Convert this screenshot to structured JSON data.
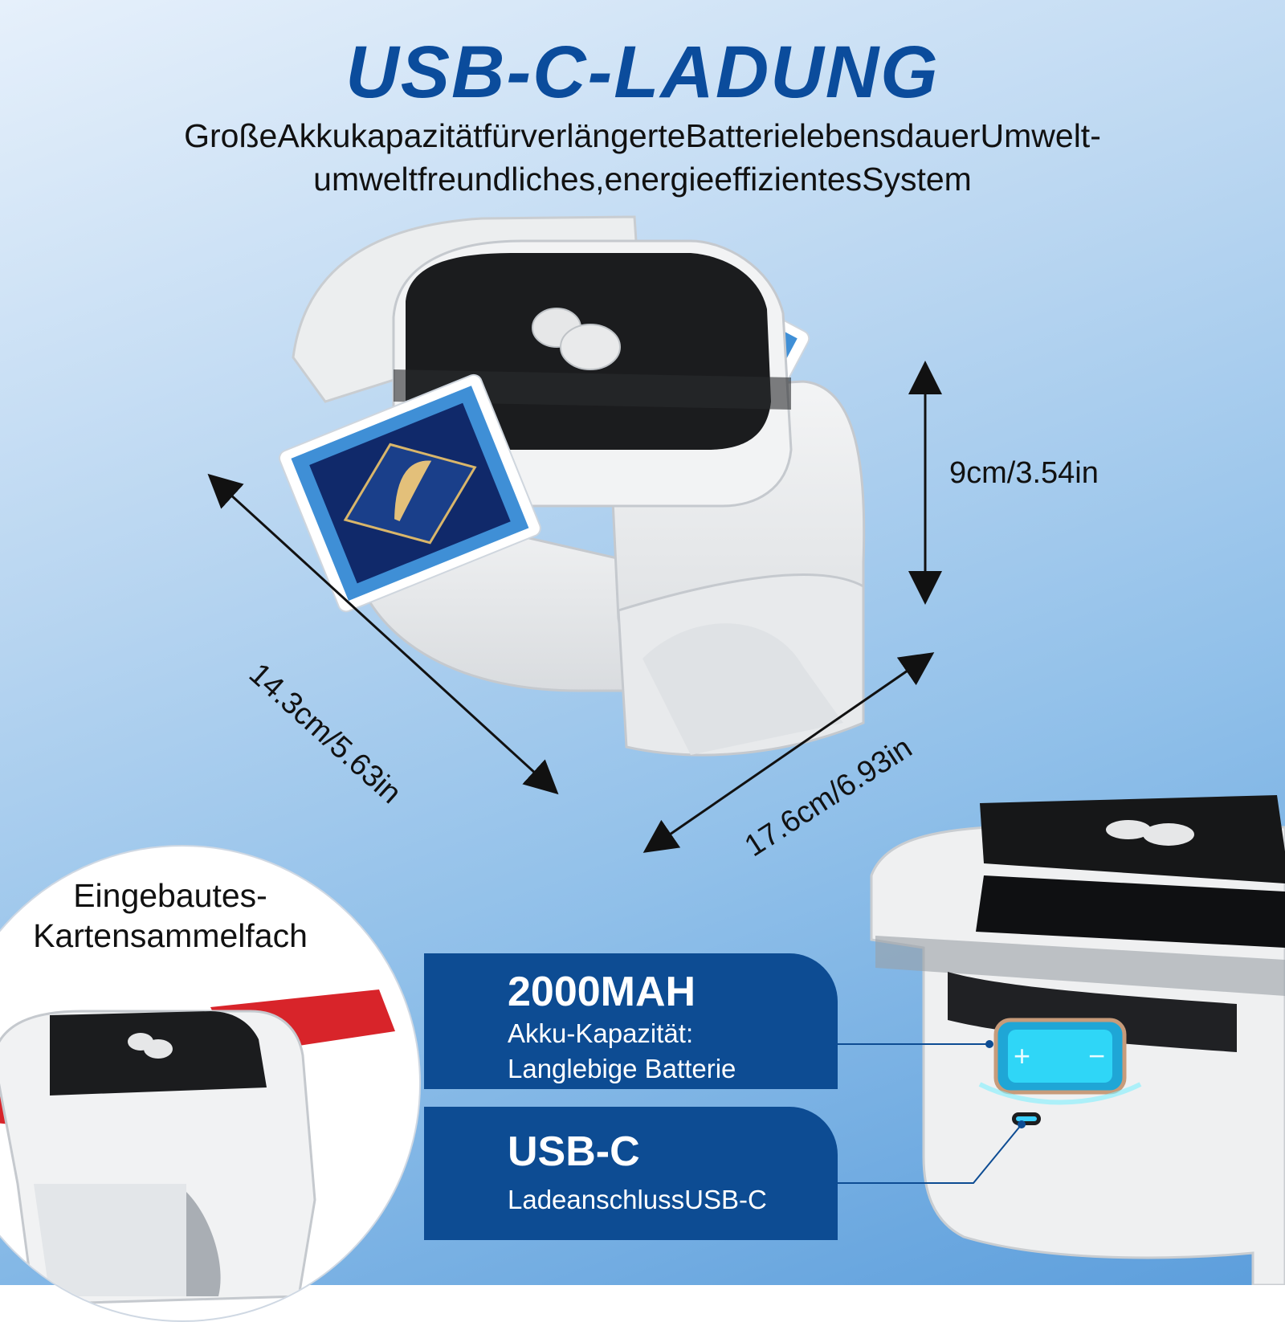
{
  "header": {
    "title": "USB-C-LADUNG",
    "subtitle_line1": "GroßeAkkukapazitätfürverlängerteBatterielebensdauerUmwelt-",
    "subtitle_line2": "umweltfreundliches,energieeffizientesSystem"
  },
  "dimensions": {
    "height": "9cm/3.54in",
    "depth": "14.3cm/5.63in",
    "width": "17.6cm/6.93in"
  },
  "inset": {
    "label_line1": "Eingebautes-",
    "label_line2": "Kartensammelfach"
  },
  "features": [
    {
      "heading": "2000MAH",
      "line1": "Akku-Kapazität:",
      "line2": "Langlebige Batterie"
    },
    {
      "heading": "USB-C",
      "line1": "LadeanschlussUSB-C"
    }
  ],
  "colors": {
    "brand_blue": "#0b4c9c",
    "callout_blue": "#0d4c93",
    "card_red": "#d8242a",
    "card_navy": "#10296a",
    "card_light_blue": "#3f8fd6",
    "battery_cyan": "#2fd6f7"
  }
}
